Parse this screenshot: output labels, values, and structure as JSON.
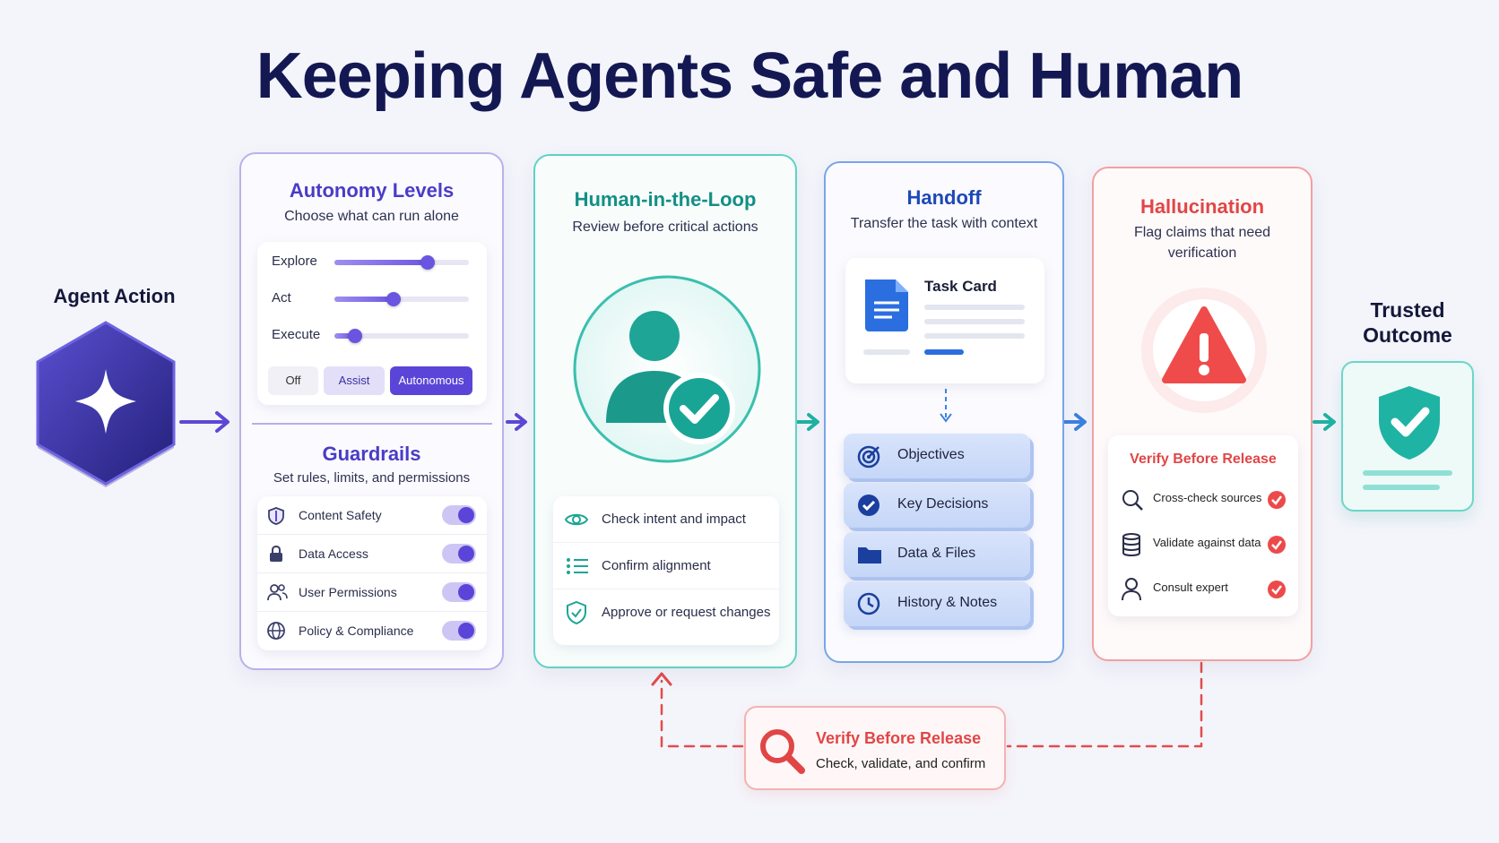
{
  "title": "Keeping Agents Safe and Human",
  "agent_action": {
    "label": "Agent Action"
  },
  "autonomy": {
    "title": "Autonomy Levels",
    "subtitle": "Choose what can run alone",
    "sliders": [
      {
        "label": "Explore",
        "level": 0.69
      },
      {
        "label": "Act",
        "level": 0.44
      },
      {
        "label": "Execute",
        "level": 0.15
      }
    ],
    "modes": [
      "Off",
      "Assist",
      "Autonomous"
    ],
    "selected_mode": "Autonomous"
  },
  "guardrails": {
    "title": "Guardrails",
    "subtitle": "Set rules, limits, and permissions",
    "items": [
      {
        "label": "Content Safety",
        "icon": "shield-icon",
        "enabled": true
      },
      {
        "label": "Data Access",
        "icon": "lock-icon",
        "enabled": true
      },
      {
        "label": "User Permissions",
        "icon": "users-icon",
        "enabled": true
      },
      {
        "label": "Policy & Compliance",
        "icon": "globe-icon",
        "enabled": true
      }
    ]
  },
  "hitl": {
    "title": "Human-in-the-Loop",
    "subtitle": "Review before critical actions",
    "items": [
      {
        "label": "Check intent and impact",
        "icon": "eye-icon"
      },
      {
        "label": "Confirm alignment",
        "icon": "list-icon"
      },
      {
        "label": "Approve or request changes",
        "icon": "shield-check-icon"
      }
    ]
  },
  "handoff": {
    "title": "Handoff",
    "subtitle": "Transfer the task with context",
    "task_card": "Task Card",
    "items": [
      {
        "label": "Objectives",
        "icon": "target-icon"
      },
      {
        "label": "Key Decisions",
        "icon": "check-circle-icon"
      },
      {
        "label": "Data & Files",
        "icon": "folder-icon"
      },
      {
        "label": "History & Notes",
        "icon": "clock-icon"
      }
    ]
  },
  "hallucination": {
    "title": "Hallucination",
    "subtitle_line1": "Flag claims that need",
    "subtitle_line2": "verification",
    "verify_title": "Verify Before Release",
    "items": [
      {
        "label": "Cross-check sources",
        "icon": "search-icon"
      },
      {
        "label": "Validate against data",
        "icon": "database-icon"
      },
      {
        "label": "Consult expert",
        "icon": "person-icon"
      }
    ]
  },
  "trusted": {
    "line1": "Trusted",
    "line2": "Outcome"
  },
  "verify_bottom": {
    "title": "Verify Before Release",
    "subtitle": "Check, validate, and confirm"
  },
  "colors": {
    "purple": "#4a3cc7",
    "teal": "#138f86",
    "blue": "#1e48b8",
    "red": "#e14646",
    "navy": "#141852"
  }
}
